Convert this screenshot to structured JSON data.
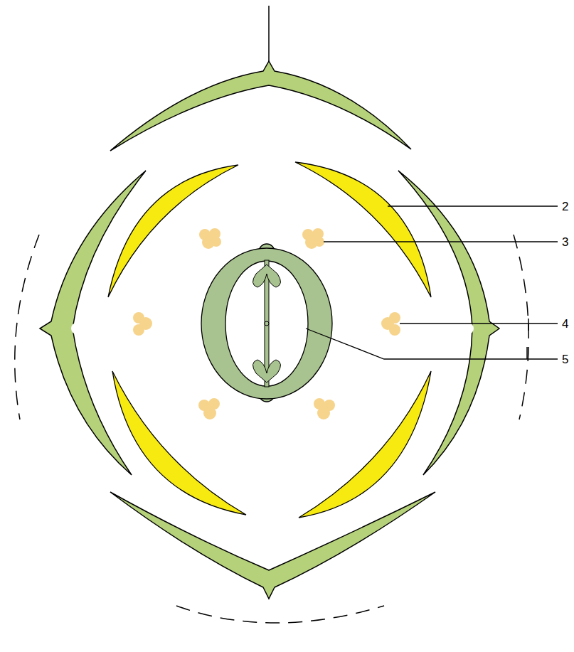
{
  "diagram": {
    "labels": [
      "2",
      "3",
      "4",
      "5"
    ]
  }
}
